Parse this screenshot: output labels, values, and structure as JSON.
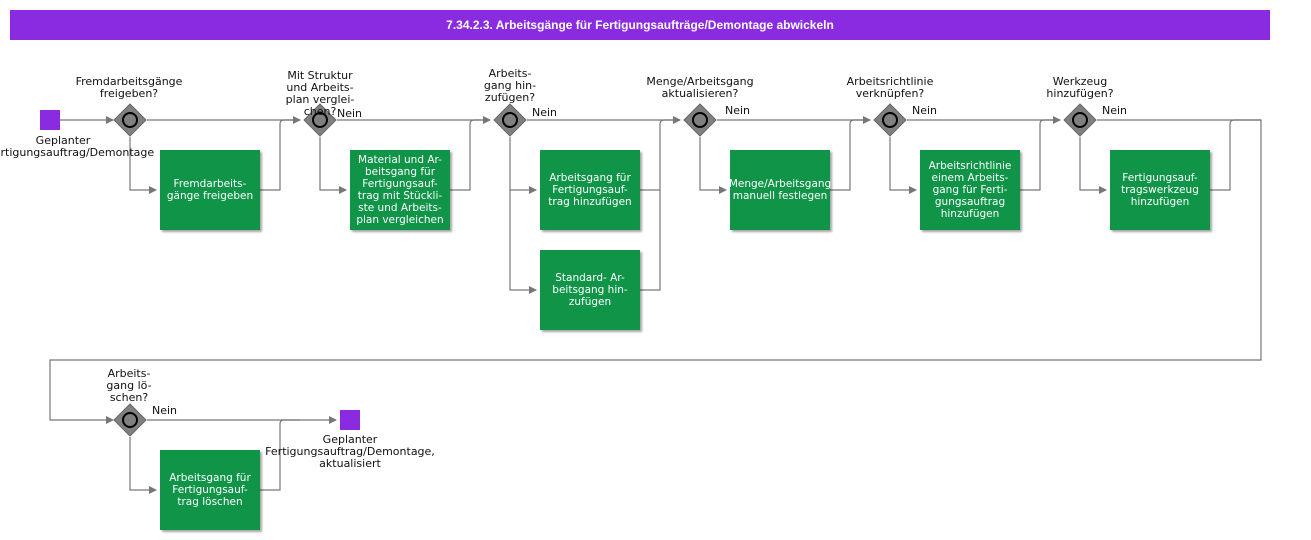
{
  "title": "7.34.2.3. Arbeitsgänge für Fertigungsaufträge/Demontage abwickeln",
  "colors": {
    "title_bg": "#8a2be2",
    "task": "#0f9448",
    "event": "#8a2be2",
    "gateway": "#808080",
    "line": "#777777"
  },
  "events": {
    "start": "Geplanter\nFertigungsauftrag/Demontage",
    "end": "Geplanter\nFertigungsauftrag/Demontage,\naktualisiert"
  },
  "gateways": [
    {
      "question": "Fremdarbeitsgänge\nfreigeben?",
      "no_label": ""
    },
    {
      "question": "Mit Struktur\nund Arbeits-\nplan verglei-\nchen?",
      "no_label": "Nein"
    },
    {
      "question": "Arbeits-\ngang hin-\nzufügen?",
      "no_label": "Nein"
    },
    {
      "question": "Menge/Arbeitsgang\naktualisieren?",
      "no_label": "Nein"
    },
    {
      "question": "Arbeitsrichtlinie\nverknüpfen?",
      "no_label": "Nein"
    },
    {
      "question": "Werkzeug\nhinzufügen?",
      "no_label": "Nein"
    },
    {
      "question": "Arbeits-\ngang lö-\nschen?",
      "no_label": "Nein"
    }
  ],
  "tasks": [
    "Fremdarbeits-\ngänge freigeben",
    "Material und Ar-\nbeitsgang für\nFertigungsauf-\ntrag mit Stückli-\nste und Arbeits-\nplan vergleichen",
    "Arbeitsgang für\nFertigungsauf-\ntrag hinzufügen",
    "Standard- Ar-\nbeitsgang  hin-\nzufügen",
    "Menge/Arbeitsgang\nmanuell festlegen",
    "Arbeitsrichtlinie\neinem Arbeits-\ngang für Ferti-\ngungsauftrag\nhinzufügen",
    "Fertigungsauf-\ntragswerkzeug\nhinzufügen",
    "Arbeitsgang für\nFertigungsauf-\ntrag löschen"
  ]
}
